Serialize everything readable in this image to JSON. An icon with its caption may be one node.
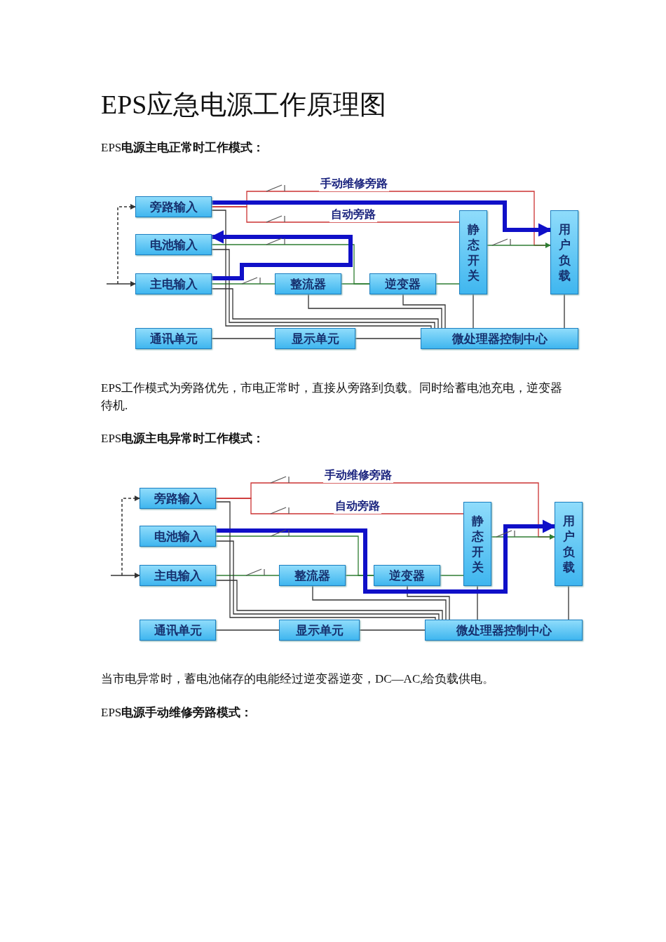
{
  "diagram": {
    "title": "EPS应急电源工作原理图",
    "nodes": [
      {
        "text": [
          "旁路输入"
        ]
      },
      {
        "text": [
          "电池输入"
        ]
      },
      {
        "text": [
          "主电输入"
        ]
      },
      {
        "text": [
          "整流器"
        ]
      },
      {
        "text": [
          "逆变器"
        ]
      },
      {
        "text": [
          "静态开关"
        ]
      },
      {
        "text": [
          "用户负载"
        ]
      },
      {
        "text": [
          "通讯单元"
        ]
      },
      {
        "text": [
          "显示单元"
        ]
      },
      {
        "text": [
          "微处理器控制中心"
        ]
      },
      {
        "text": [
          "旁路输入"
        ]
      },
      {
        "text": [
          "电池输入"
        ]
      },
      {
        "text": [
          "主电输入"
        ]
      },
      {
        "text": [
          "整流器"
        ]
      },
      {
        "text": [
          "逆变器"
        ]
      },
      {
        "text": [
          "静态开关"
        ]
      },
      {
        "text": [
          "用户负载"
        ]
      },
      {
        "text": [
          "通讯单元"
        ]
      },
      {
        "text": [
          "显示单元"
        ]
      },
      {
        "text": [
          "微处理器控制中心"
        ]
      }
    ],
    "edges": [
      {
        "from": null,
        "to": 2,
        "arrow": "to"
      },
      {
        "from": null,
        "to": 0,
        "arrow": "to",
        "style": "dashed"
      },
      {
        "from": 0,
        "to": 6,
        "arrow": "none",
        "label": "手动维修旁路",
        "color": "#cc3333"
      },
      {
        "from": 0,
        "to": 5,
        "arrow": "none",
        "label": "自动旁路",
        "color": "#cc3333"
      },
      {
        "from": 1,
        "to": 4,
        "arrow": "none",
        "color": "#2e7d32"
      },
      {
        "from": 2,
        "to": 3,
        "arrow": "none",
        "color": "#2e7d32"
      },
      {
        "from": 3,
        "to": 4,
        "arrow": "none",
        "color": "#2e7d32"
      },
      {
        "from": 4,
        "to": 5,
        "arrow": "none",
        "color": "#2e7d32"
      },
      {
        "from": 5,
        "to": 6,
        "arrow": "to",
        "color": "#2e7d32"
      },
      {
        "from": 7,
        "to": 8,
        "arrow": "none"
      },
      {
        "from": 8,
        "to": 9,
        "arrow": "none"
      },
      {
        "from": 0,
        "to": 9,
        "arrow": "none"
      },
      {
        "from": 1,
        "to": 9,
        "arrow": "none"
      },
      {
        "from": 2,
        "to": 9,
        "arrow": "none"
      },
      {
        "from": 3,
        "to": 9,
        "arrow": "none"
      },
      {
        "from": 4,
        "to": 9,
        "arrow": "none"
      },
      {
        "from": 5,
        "to": 9,
        "arrow": "none"
      },
      {
        "from": 6,
        "to": 9,
        "arrow": "none"
      },
      {
        "from": 0,
        "to": 6,
        "arrow": "to",
        "style": "thick",
        "color": "#1010c8"
      },
      {
        "from": 2,
        "to": 1,
        "arrow": "to",
        "style": "thick",
        "color": "#1010c8"
      },
      {
        "from": null,
        "to": 12,
        "arrow": "to"
      },
      {
        "from": null,
        "to": 10,
        "arrow": "to",
        "style": "dashed"
      },
      {
        "from": 10,
        "to": 16,
        "arrow": "none",
        "label": "手动维修旁路",
        "color": "#cc3333"
      },
      {
        "from": 10,
        "to": 15,
        "arrow": "none",
        "label": "自动旁路",
        "color": "#cc3333"
      },
      {
        "from": 11,
        "to": 14,
        "arrow": "none",
        "color": "#2e7d32"
      },
      {
        "from": 12,
        "to": 13,
        "arrow": "none",
        "color": "#2e7d32"
      },
      {
        "from": 13,
        "to": 14,
        "arrow": "none",
        "color": "#2e7d32"
      },
      {
        "from": 14,
        "to": 15,
        "arrow": "none",
        "color": "#2e7d32"
      },
      {
        "from": 15,
        "to": 16,
        "arrow": "to",
        "color": "#2e7d32"
      },
      {
        "from": 17,
        "to": 18,
        "arrow": "none"
      },
      {
        "from": 18,
        "to": 19,
        "arrow": "none"
      },
      {
        "from": 10,
        "to": 19,
        "arrow": "none"
      },
      {
        "from": 11,
        "to": 19,
        "arrow": "none"
      },
      {
        "from": 12,
        "to": 19,
        "arrow": "none"
      },
      {
        "from": 13,
        "to": 19,
        "arrow": "none"
      },
      {
        "from": 14,
        "to": 19,
        "arrow": "none"
      },
      {
        "from": 15,
        "to": 19,
        "arrow": "none"
      },
      {
        "from": 16,
        "to": 19,
        "arrow": "none"
      },
      {
        "from": 11,
        "to": 16,
        "arrow": "to",
        "style": "thick",
        "color": "#1010c8"
      }
    ],
    "labels": [
      "EPS**电源主电正常时工作模式：**",
      "EPS工作模式为旁路优先，市电正常时，直接从旁路到负载。同时给蓄电池充电，逆变器待机.",
      "EPS**电源主电异常时工作模式：**",
      "当市电异常时，蓄电池储存的电能经过逆变器逆变，DC—AC,给负载供电。",
      "EPS**电源手动维修旁路模式：**"
    ]
  }
}
